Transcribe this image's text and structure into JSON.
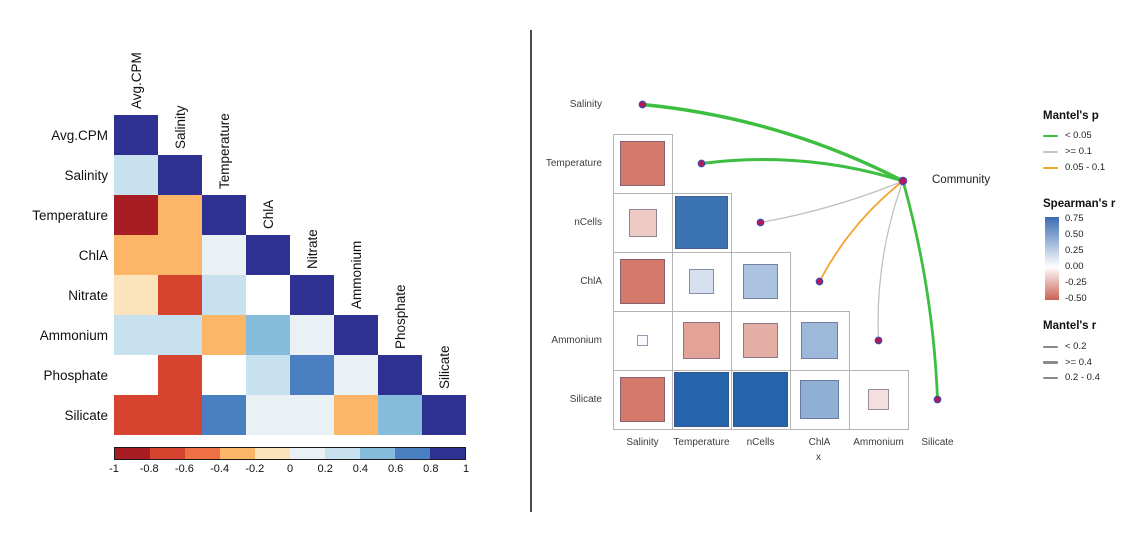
{
  "chart_data": [
    {
      "type": "heatmap",
      "title": "",
      "description": "Lower-triangular correlation heatmap",
      "variables": [
        "Avg.CPM",
        "Salinity",
        "Temperature",
        "ChlA",
        "Nitrate",
        "Ammonium",
        "Phosphate",
        "Silicate"
      ],
      "lower_triangle_r": [
        [
          1
        ],
        [
          0.3,
          1
        ],
        [
          -0.9,
          -0.3,
          1
        ],
        [
          -0.3,
          -0.3,
          0.1,
          1
        ],
        [
          -0.1,
          -0.7,
          0.3,
          null,
          1
        ],
        [
          0.3,
          0.3,
          -0.3,
          0.5,
          0.1,
          1
        ],
        [
          null,
          -0.7,
          null,
          0.3,
          0.7,
          0.1,
          1
        ],
        [
          -0.7,
          -0.7,
          0.7,
          0.1,
          0.1,
          -0.3,
          0.5,
          1
        ]
      ],
      "blank_cell_color": "#ffffff",
      "colorbar": {
        "ticks": [
          "-1",
          "-0.8",
          "-0.6",
          "-0.4",
          "-0.2",
          "0",
          "0.2",
          "0.4",
          "0.6",
          "0.8",
          "1"
        ],
        "range": [
          -1,
          1
        ],
        "segment_colors": [
          "#a81c24",
          "#d6432e",
          "#ee7044",
          "#fdb567",
          "#fbe3bb",
          "#e9f1f5",
          "#c8e1ef",
          "#85bcdb",
          "#4a80c2",
          "#2e3192"
        ]
      }
    },
    {
      "type": "mantel-correlation-network",
      "description": "Pairwise Spearman correlation squares with Mantel test links to Community",
      "variables": [
        "Salinity",
        "Temperature",
        "nCells",
        "ChlA",
        "Ammonium",
        "Silicate"
      ],
      "x_axis_title": "x",
      "community_label": "Community",
      "spearman_r": {
        "rows": [
          "Temperature",
          "nCells",
          "ChlA",
          "Ammonium",
          "Silicate"
        ],
        "cols": [
          "Salinity",
          "Temperature",
          "nCells",
          "ChlA",
          "Ammonium"
        ],
        "lower_triangle": [
          [
            -0.5
          ],
          [
            -0.2,
            0.7
          ],
          [
            -0.5,
            0.15,
            0.3
          ],
          [
            0.03,
            -0.35,
            -0.3,
            0.35
          ],
          [
            -0.5,
            0.78,
            0.78,
            0.4,
            -0.12
          ]
        ],
        "scale_max": 0.8,
        "positive_color": "#1f5fa8",
        "negative_color": "#c9523f",
        "zero_color": "#ffffff"
      },
      "edges": [
        {
          "from": "Salinity",
          "to": "Community",
          "p_class": "< 0.05",
          "r_class": ">= 0.4",
          "color": "#3dbe41",
          "width": 3.4,
          "bend": 26
        },
        {
          "from": "Temperature",
          "to": "Community",
          "p_class": "< 0.05",
          "r_class": ">= 0.4",
          "color": "#3dbe41",
          "width": 3.0,
          "bend": 22
        },
        {
          "from": "nCells",
          "to": "Community",
          "p_class": ">= 0.1",
          "r_class": "< 0.2",
          "color": "#bdbdbd",
          "width": 1.2,
          "bend": -8
        },
        {
          "from": "ChlA",
          "to": "Community",
          "p_class": "0.05 - 0.1",
          "r_class": "0.2 - 0.4",
          "color": "#f3a32f",
          "width": 1.8,
          "bend": 14
        },
        {
          "from": "Ammonium",
          "to": "Community",
          "p_class": ">= 0.1",
          "r_class": "< 0.2",
          "color": "#bdbdbd",
          "width": 1.2,
          "bend": 16
        },
        {
          "from": "Silicate",
          "to": "Community",
          "p_class": "< 0.05",
          "r_class": ">= 0.4",
          "color": "#3dbe41",
          "width": 2.8,
          "bend": -13
        }
      ],
      "node_style": {
        "fill": "#c21350",
        "ring": "#4345a8"
      },
      "legend": {
        "mantel_p": {
          "title": "Mantel's p",
          "items": [
            {
              "label": "< 0.05",
              "color": "#3dbe41",
              "thickness": 2.2
            },
            {
              "label": ">= 0.1",
              "color": "#c4c4c4",
              "thickness": 1.4
            },
            {
              "label": "0.05 - 0.1",
              "color": "#f3a32f",
              "thickness": 2.0
            }
          ]
        },
        "spearman": {
          "title": "Spearman's r",
          "ticks": [
            "0.75",
            "0.50",
            "0.25",
            "0.00",
            "-0.25",
            "-0.50"
          ],
          "top_color": "#3a6cb0",
          "mid_color": "#ffffff",
          "bottom_color": "#cb6254"
        },
        "mantel_r": {
          "title": "Mantel's r",
          "items": [
            {
              "label": "< 0.2",
              "thickness": 1.2
            },
            {
              "label": ">= 0.4",
              "thickness": 3.2
            },
            {
              "label": "0.2 - 0.4",
              "thickness": 2.2
            }
          ],
          "line_color": "#8a8a8a"
        }
      }
    }
  ]
}
